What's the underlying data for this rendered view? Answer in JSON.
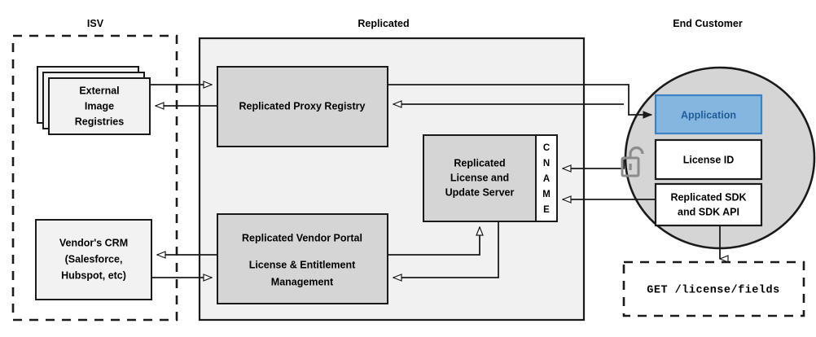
{
  "zones": {
    "isv": {
      "label": "ISV",
      "style": "dashed"
    },
    "replicated": {
      "label": "Replicated",
      "style": "solid-gray"
    },
    "end_customer": {
      "label": "End Customer",
      "style": "ellipse"
    }
  },
  "nodes": {
    "external_image_registries": {
      "label_lines": [
        "External",
        "Image",
        "Registries"
      ],
      "shape": "stacked-rectangles",
      "stack_count": 3
    },
    "vendors_crm": {
      "label_lines": [
        "Vendor's CRM",
        "(Salesforce,",
        "Hubspot, etc)"
      ],
      "shape": "rectangle"
    },
    "replicated_proxy_registry": {
      "label_lines": [
        "Replicated Proxy Registry"
      ],
      "shape": "rectangle"
    },
    "replicated_license_and_update_server": {
      "label_lines": [
        "Replicated",
        "License and",
        "Update Server"
      ],
      "shape": "rectangle"
    },
    "cname_strip": {
      "letters": [
        "C",
        "N",
        "A",
        "M",
        "E"
      ],
      "label": "CNAME",
      "shape": "vertical-strip"
    },
    "replicated_vendor_portal": {
      "label_lines": [
        "Replicated Vendor Portal",
        "",
        "License & Entitlement",
        "Management"
      ],
      "title": "Replicated Vendor Portal",
      "subtitle_lines": [
        "License & Entitlement",
        "Management"
      ],
      "shape": "rectangle"
    },
    "application": {
      "label_lines": [
        "Application"
      ],
      "shape": "rectangle",
      "accent": true
    },
    "license_id": {
      "label_lines": [
        "License ID"
      ],
      "shape": "rectangle"
    },
    "replicated_sdk": {
      "label_lines": [
        "Replicated SDK",
        "and SDK API"
      ],
      "shape": "rectangle"
    },
    "license_fields_request": {
      "label_lines": [
        "GET /license/fields"
      ],
      "shape": "dashed-rectangle",
      "font": "monospace"
    },
    "lock": {
      "icon": "unlocked-padlock-icon",
      "label": "unlocked padlock"
    }
  },
  "colors": {
    "accent_fill": "#85b6e0",
    "accent_stroke": "#3d82c4",
    "accent_text": "#1f5c99",
    "node_gray": "#d5d5d5",
    "node_light": "#f2f2f2",
    "zone_gray": "#f1f1f1",
    "ellipse_gray": "#d5d5d5",
    "stroke": "#1a1a1a",
    "lock_gray": "#8c8c8c"
  },
  "edges": [
    {
      "from": "external_image_registries",
      "to": "replicated_proxy_registry",
      "direction": "right"
    },
    {
      "from": "replicated_proxy_registry",
      "to": "external_image_registries",
      "direction": "left"
    },
    {
      "from": "replicated_proxy_registry",
      "to": "application",
      "direction": "right"
    },
    {
      "from": "application",
      "to": "replicated_proxy_registry",
      "direction": "left"
    },
    {
      "from": "license_id",
      "to": "cname_strip",
      "direction": "left"
    },
    {
      "from": "replicated_sdk",
      "to": "cname_strip",
      "direction": "left"
    },
    {
      "from": "replicated_vendor_portal",
      "to": "vendors_crm",
      "direction": "left"
    },
    {
      "from": "vendors_crm",
      "to": "replicated_vendor_portal",
      "direction": "right"
    },
    {
      "from": "replicated_vendor_portal",
      "to": "replicated_license_and_update_server",
      "direction": "up"
    },
    {
      "from": "replicated_license_and_update_server",
      "to": "replicated_vendor_portal",
      "direction": "left"
    },
    {
      "from": "replicated_sdk",
      "to": "license_fields_request",
      "direction": "down"
    }
  ]
}
